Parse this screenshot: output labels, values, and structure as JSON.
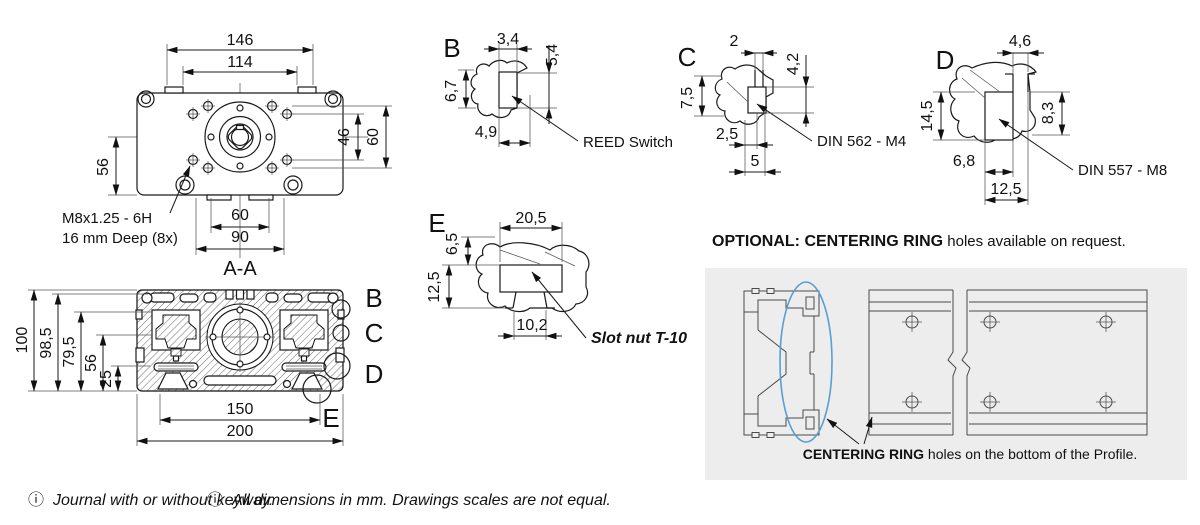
{
  "top_view": {
    "dim_width_outer": "146",
    "dim_width_inner": "114",
    "dim_right_inner": "46",
    "dim_right_outer": "60",
    "dim_left": "56",
    "dim_bottom_inner": "60",
    "dim_bottom_outer": "90",
    "thread_note_line1": "M8x1.25 - 6H",
    "thread_note_line2": "16 mm Deep (8x)",
    "section_label": "A-A"
  },
  "section_view": {
    "dim_h_100": "100",
    "dim_h_98_5": "98,5",
    "dim_h_79_5": "79,5",
    "dim_h_56": "56",
    "dim_h_25": "25",
    "dim_w_150": "150",
    "dim_w_200": "200",
    "callout_b": "B",
    "callout_c": "C",
    "callout_d": "D",
    "callout_e": "E"
  },
  "detail_b": {
    "label": "B",
    "dim_top": "3,4",
    "dim_right": "5,4",
    "dim_left": "6,7",
    "dim_bottom": "4,9",
    "leader": "REED Switch"
  },
  "detail_c": {
    "label": "C",
    "dim_top": "2",
    "dim_right": "4,2",
    "dim_left": "7,5",
    "dim_bottom_1": "2,5",
    "dim_bottom_2": "5",
    "leader": "DIN 562 - M4"
  },
  "detail_d": {
    "label": "D",
    "dim_top": "4,6",
    "dim_right": "8,3",
    "dim_left": "14,5",
    "dim_bottom_1": "6,8",
    "dim_bottom_2": "12,5",
    "leader": "DIN 557 - M8"
  },
  "detail_e": {
    "label": "E",
    "dim_top": "20,5",
    "dim_left_upper": "6,5",
    "dim_left": "12,5",
    "dim_bottom": "10,2",
    "leader": "Slot nut T-10"
  },
  "optional_panel": {
    "heading_bold": "OPTIONAL: CENTERING RING",
    "heading_rest": " holes available on request.",
    "caption_bold": "CENTERING RING",
    "caption_rest": " holes on the bottom of the Profile.",
    "highlight_color": "#56a0d3",
    "panel_bg": "#ededed"
  },
  "footnotes": {
    "info_icon": "ⓘ",
    "note_1": "Journal with or without keyway.",
    "note_2": "All dimensions in mm. Drawings scales are not equal."
  }
}
